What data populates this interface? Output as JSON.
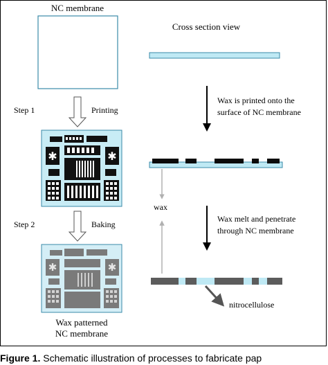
{
  "labels": {
    "nc_membrane": "NC membrane",
    "cross_section_view": "Cross section view",
    "step1": "Step 1",
    "printing": "Printing",
    "step2": "Step 2",
    "baking": "Baking",
    "wax": "wax",
    "nitrocellulose": "nitrocellulose",
    "wax_patterned_line1": "Wax patterned",
    "wax_patterned_line2": "NC membrane",
    "printed_line1": "Wax is printed onto the",
    "printed_line2": "surface of NC membrane",
    "melt_line1": "Wax melt and penetrate",
    "melt_line2": "through NC membrane"
  },
  "caption": {
    "label": "Figure 1.",
    "text": "Schematic illustration of processes to fabricate pap"
  },
  "colors": {
    "membrane_fill": "#bfe9f4",
    "membrane_border": "#3a8aa8",
    "wax_dark": "#0b0b0b",
    "wax_melted": "#5c5c5c",
    "arrow_gray": "#a8a8a8"
  }
}
